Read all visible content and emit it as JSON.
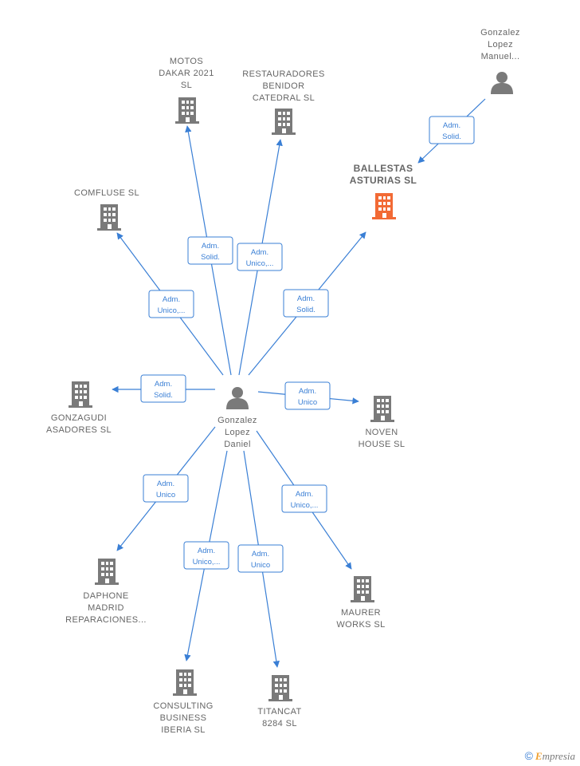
{
  "colors": {
    "edge": "#3a7fd5",
    "company": "#7a7a7a",
    "highlight": "#f26a35",
    "person": "#7a7a7a"
  },
  "center": {
    "label_lines": [
      "Gonzalez",
      "Lopez",
      "Daniel"
    ],
    "icon": "person-icon"
  },
  "top_person": {
    "label_lines": [
      "Gonzalez",
      "Lopez",
      "Manuel..."
    ],
    "icon": "person-icon"
  },
  "highlighted_company": {
    "label_lines": [
      "BALLESTAS",
      "ASTURIAS  SL"
    ],
    "icon": "building-icon"
  },
  "companies": [
    {
      "id": "motos-dakar-2021",
      "label_lines": [
        "MOTOS",
        "DAKAR 2021",
        "SL"
      ]
    },
    {
      "id": "restauradores-benidor",
      "label_lines": [
        "RESTAURADORES",
        "BENIDOR",
        "CATEDRAL SL"
      ]
    },
    {
      "id": "comfluse",
      "label_lines": [
        "COMFLUSE  SL"
      ]
    },
    {
      "id": "gonzagudi-asadores",
      "label_lines": [
        "GONZAGUDI",
        "ASADORES  SL"
      ]
    },
    {
      "id": "noven-house",
      "label_lines": [
        "NOVEN",
        "HOUSE  SL"
      ]
    },
    {
      "id": "daphone-madrid",
      "label_lines": [
        "DAPHONE",
        "MADRID",
        "REPARACIONES..."
      ]
    },
    {
      "id": "maurer-works",
      "label_lines": [
        "MAURER",
        "WORKS  SL"
      ]
    },
    {
      "id": "consulting-business-iberia",
      "label_lines": [
        "CONSULTING",
        "BUSINESS",
        "IBERIA  SL"
      ]
    },
    {
      "id": "titancat-8284",
      "label_lines": [
        "TITANCAT",
        "8284 SL"
      ]
    }
  ],
  "edges": [
    {
      "to": "motos-dakar-2021",
      "label_lines": [
        "Adm.",
        "Solid."
      ]
    },
    {
      "to": "restauradores-benidor",
      "label_lines": [
        "Adm.",
        "Unico,..."
      ]
    },
    {
      "to": "ballestas-asturias",
      "label_lines": [
        "Adm.",
        "Solid."
      ]
    },
    {
      "to": "comfluse",
      "label_lines": [
        "Adm.",
        "Unico,..."
      ]
    },
    {
      "to": "gonzagudi-asadores",
      "label_lines": [
        "Adm.",
        "Solid."
      ]
    },
    {
      "to": "noven-house",
      "label_lines": [
        "Adm.",
        "Unico"
      ]
    },
    {
      "to": "daphone-madrid",
      "label_lines": [
        "Adm.",
        "Unico"
      ]
    },
    {
      "to": "maurer-works",
      "label_lines": [
        "Adm.",
        "Unico,..."
      ]
    },
    {
      "to": "consulting-business-iberia",
      "label_lines": [
        "Adm.",
        "Unico,..."
      ]
    },
    {
      "to": "titancat-8284",
      "label_lines": [
        "Adm.",
        "Unico"
      ]
    },
    {
      "from": "top-person",
      "to": "ballestas-asturias",
      "label_lines": [
        "Adm.",
        "Solid."
      ]
    }
  ],
  "footer": {
    "copyright_symbol": "©",
    "brand_first": "E",
    "brand_rest": "mpresia"
  }
}
